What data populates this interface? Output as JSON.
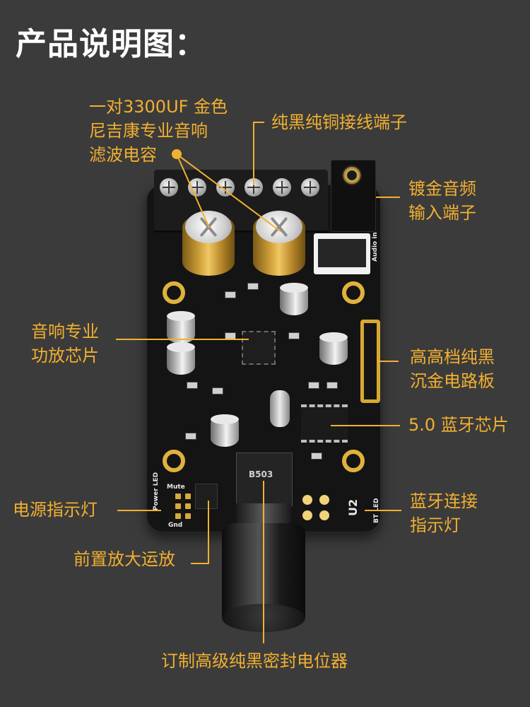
{
  "title": "产品说明图：",
  "callouts": {
    "capacitor": [
      "一对3300UF 金色",
      "尼吉康专业音响",
      "滤波电容"
    ],
    "terminal": "纯黑纯铜接线端子",
    "audio_input": [
      "镀金音频",
      "输入端子"
    ],
    "amp_chip": [
      "音响专业",
      "功放芯片"
    ],
    "pcb": [
      "高高档纯黑",
      "沉金电路板"
    ],
    "bt_chip": "5.0 蓝牙芯片",
    "power_led": "电源指示灯",
    "bt_led": [
      "蓝牙连接",
      "指示灯"
    ],
    "preamp": "前置放大运放",
    "potentiometer": "订制高级纯黑密封电位器"
  },
  "silkscreen": {
    "audio_in": "Audio in",
    "power_led": "Power LED",
    "mute": "Mute",
    "gnd": "Gnd",
    "bt_led": "BT LED",
    "u2": "U2",
    "pot_code": "B503"
  },
  "colors": {
    "background": "#3b3b3b",
    "accent": "#f2b030",
    "title": "#ffffff"
  }
}
